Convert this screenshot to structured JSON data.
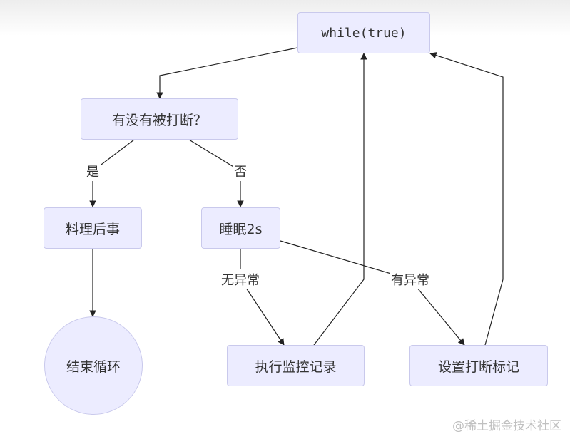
{
  "nodes": {
    "while_true": "while(true)",
    "is_interrupted": "有没有被打断？",
    "handle_aftermath": "料理后事",
    "sleep": "睡眠2s",
    "end_loop": "结束循环",
    "execute_monitor": "执行监控记录",
    "set_interrupt_flag": "设置打断标记"
  },
  "edge_labels": {
    "yes": "是",
    "no": "否",
    "no_exception": "无异常",
    "has_exception": "有异常"
  },
  "watermark": "@稀土掘金技术社区",
  "colors": {
    "node_fill": "#ececff",
    "node_border": "#c9c9ec",
    "edge": "#222222"
  }
}
